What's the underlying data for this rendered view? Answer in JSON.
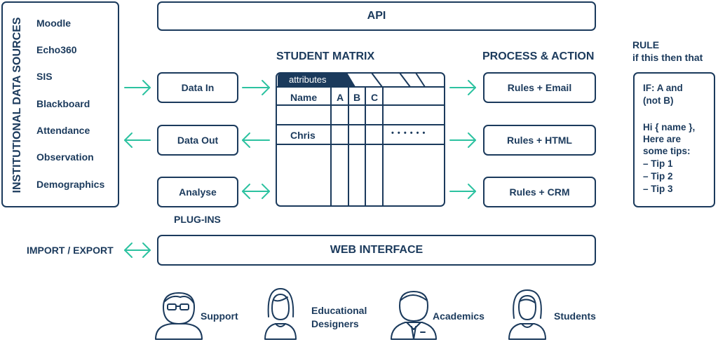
{
  "sources": {
    "title": "INSTITUTIONAL DATA SOURCES",
    "items": [
      "Moodle",
      "Echo360",
      "SIS",
      "Blackboard",
      "Attendance",
      "Observation",
      "Demographics"
    ]
  },
  "api_label": "API",
  "matrix": {
    "title": "STUDENT MATRIX",
    "tab_label": "attributes",
    "headers": [
      "Name",
      "A",
      "B",
      "C"
    ],
    "row_name": "Chris",
    "dots": "• • • • • •"
  },
  "plugins": {
    "data_in": "Data In",
    "data_out": "Data Out",
    "analyse": "Analyse",
    "label": "PLUG-INS"
  },
  "process": {
    "title": "PROCESS & ACTION",
    "items": [
      "Rules + Email",
      "Rules + HTML",
      "Rules + CRM"
    ]
  },
  "rule": {
    "title": "RULE",
    "subtitle": "if this then that",
    "condition_lines": [
      "IF: A and",
      "(not B)"
    ],
    "body_lines": [
      "Hi { name },",
      "Here are",
      "some tips:",
      "– Tip 1",
      "– Tip 2",
      "– Tip 3"
    ]
  },
  "import_export_label": "IMPORT / EXPORT",
  "web_interface_label": "WEB INTERFACE",
  "personas": [
    {
      "label": "Support",
      "icon": "support-person-icon"
    },
    {
      "label": "Educational\nDesigners",
      "icon": "designer-person-icon"
    },
    {
      "label": "Academics",
      "icon": "academic-person-icon"
    },
    {
      "label": "Students",
      "icon": "student-person-icon"
    }
  ],
  "colors": {
    "navy": "#1b3a5c",
    "teal": "#2cc2a0",
    "white": "#ffffff"
  }
}
